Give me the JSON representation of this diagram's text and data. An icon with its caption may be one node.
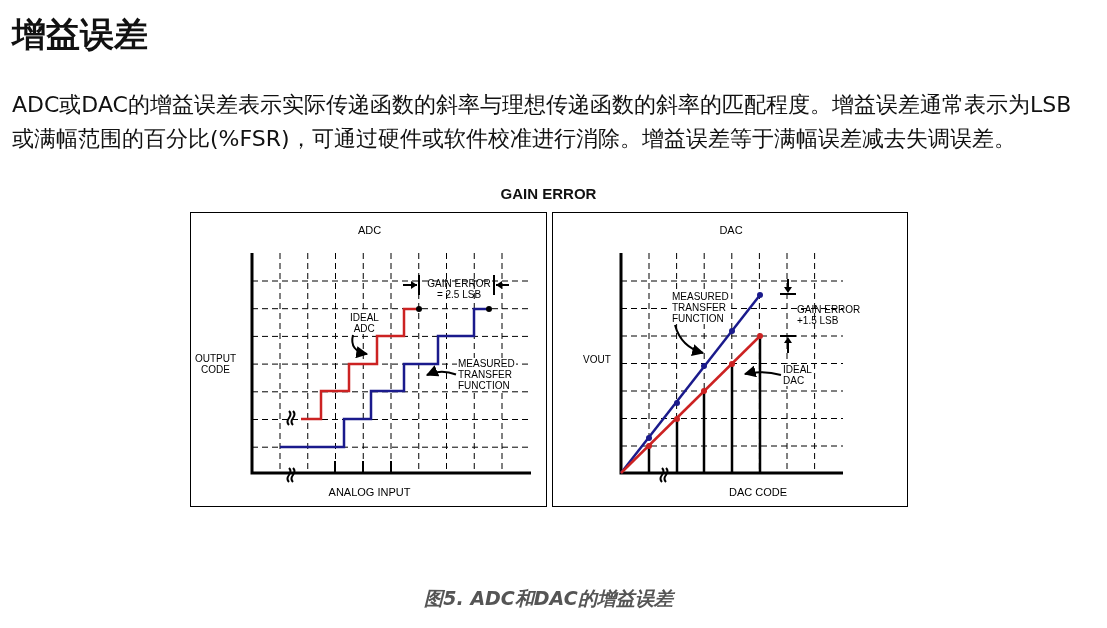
{
  "diagram": {
    "title": "增益误差",
    "caption": "图5. ADC和DAC的增益误差",
    "nodes": [
      {
        "text": [
          "ADC"
        ]
      },
      {
        "text": [
          "IDEAL ADC"
        ],
        "in": 0
      },
      {
        "text": [
          "MEASURED TRANSFER FUNCTION"
        ],
        "in": 0
      },
      {
        "text": [
          "DAC"
        ]
      },
      {
        "text": [
          "MEASURED TRANSFER FUNCTION"
        ],
        "in": 3
      },
      {
        "text": [
          "IDEAL DAC"
        ],
        "in": 3
      }
    ],
    "edges": [
      {
        "from": 1,
        "to": null,
        "arrow": "to"
      },
      {
        "from": 2,
        "to": null,
        "arrow": "to"
      },
      {
        "from": 4,
        "to": null,
        "arrow": "to"
      },
      {
        "from": 5,
        "to": null,
        "arrow": "to"
      }
    ],
    "labels": [
      "ADC或DAC的增益误差表示实际传递函数的斜率与理想传递函数的斜率的匹配程度。增益误差通常表示为LSB或满幅范围的百分比(%FSR)，可通过硬件或软件校准进行消除。增益误差等于满幅误差减去失调误差。",
      "GAIN ERROR",
      "GAIN ERROR = 2.5 LSB",
      "OUTPUT CODE",
      "ANALOG INPUT",
      "GAIN ERROR +1.5 LSB",
      "VOUT",
      "DAC CODE"
    ]
  }
}
